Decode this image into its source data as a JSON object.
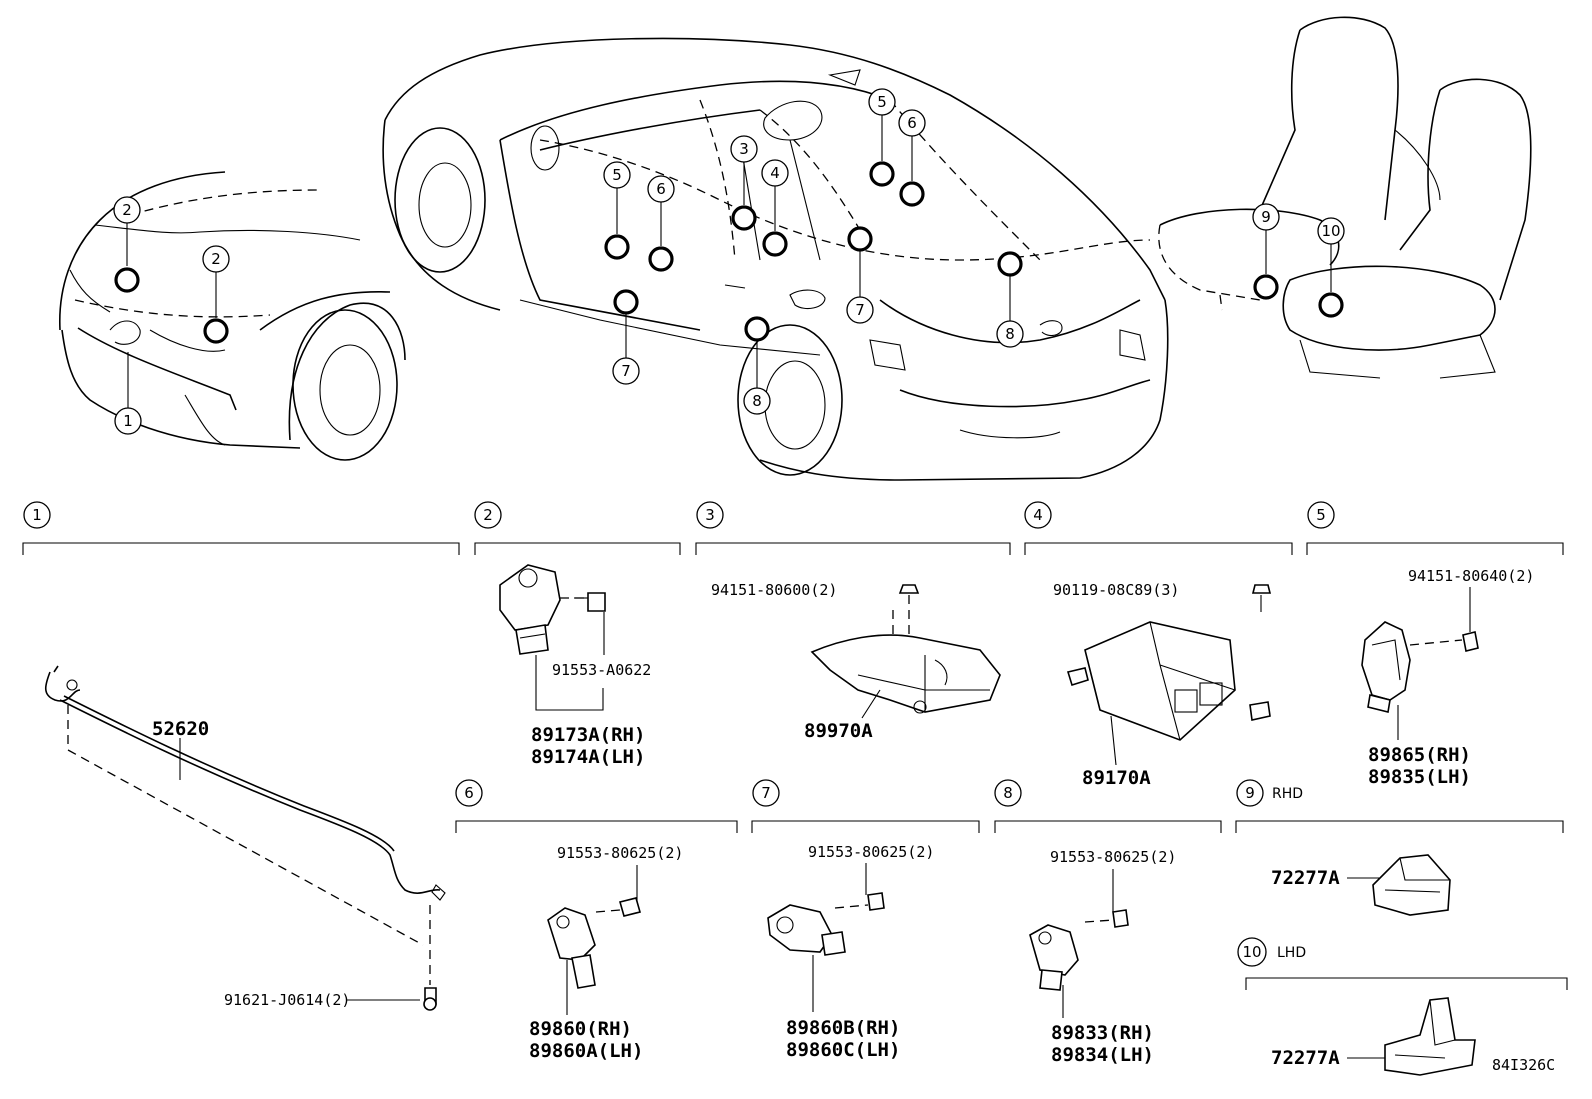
{
  "figure_code": "84I326C",
  "location_callouts": [
    "1",
    "2",
    "2",
    "3",
    "4",
    "5",
    "5",
    "6",
    "6",
    "7",
    "7",
    "8",
    "8",
    "9",
    "10"
  ],
  "sections": [
    {
      "number": "1",
      "tag": "",
      "parts": [
        "52620"
      ],
      "fasteners": [
        "91621-J0614(2)"
      ]
    },
    {
      "number": "2",
      "tag": "",
      "parts": [
        "89173A(RH)",
        "89174A(LH)"
      ],
      "fasteners": [
        "91553-A0622"
      ]
    },
    {
      "number": "3",
      "tag": "",
      "parts": [
        "89970A"
      ],
      "fasteners": [
        "94151-80600(2)"
      ]
    },
    {
      "number": "4",
      "tag": "",
      "parts": [
        "89170A"
      ],
      "fasteners": [
        "90119-08C89(3)"
      ]
    },
    {
      "number": "5",
      "tag": "",
      "parts": [
        "89865(RH)",
        "89835(LH)"
      ],
      "fasteners": [
        "94151-80640(2)"
      ]
    },
    {
      "number": "6",
      "tag": "",
      "parts": [
        "89860(RH)",
        "89860A(LH)"
      ],
      "fasteners": [
        "91553-80625(2)"
      ]
    },
    {
      "number": "7",
      "tag": "",
      "parts": [
        "89860B(RH)",
        "89860C(LH)"
      ],
      "fasteners": [
        "91553-80625(2)"
      ]
    },
    {
      "number": "8",
      "tag": "",
      "parts": [
        "89833(RH)",
        "89834(LH)"
      ],
      "fasteners": [
        "91553-80625(2)"
      ]
    },
    {
      "number": "9",
      "tag": "RHD",
      "parts": [
        "72277A"
      ],
      "fasteners": []
    },
    {
      "number": "10",
      "tag": "LHD",
      "parts": [
        "72277A"
      ],
      "fasteners": []
    }
  ]
}
